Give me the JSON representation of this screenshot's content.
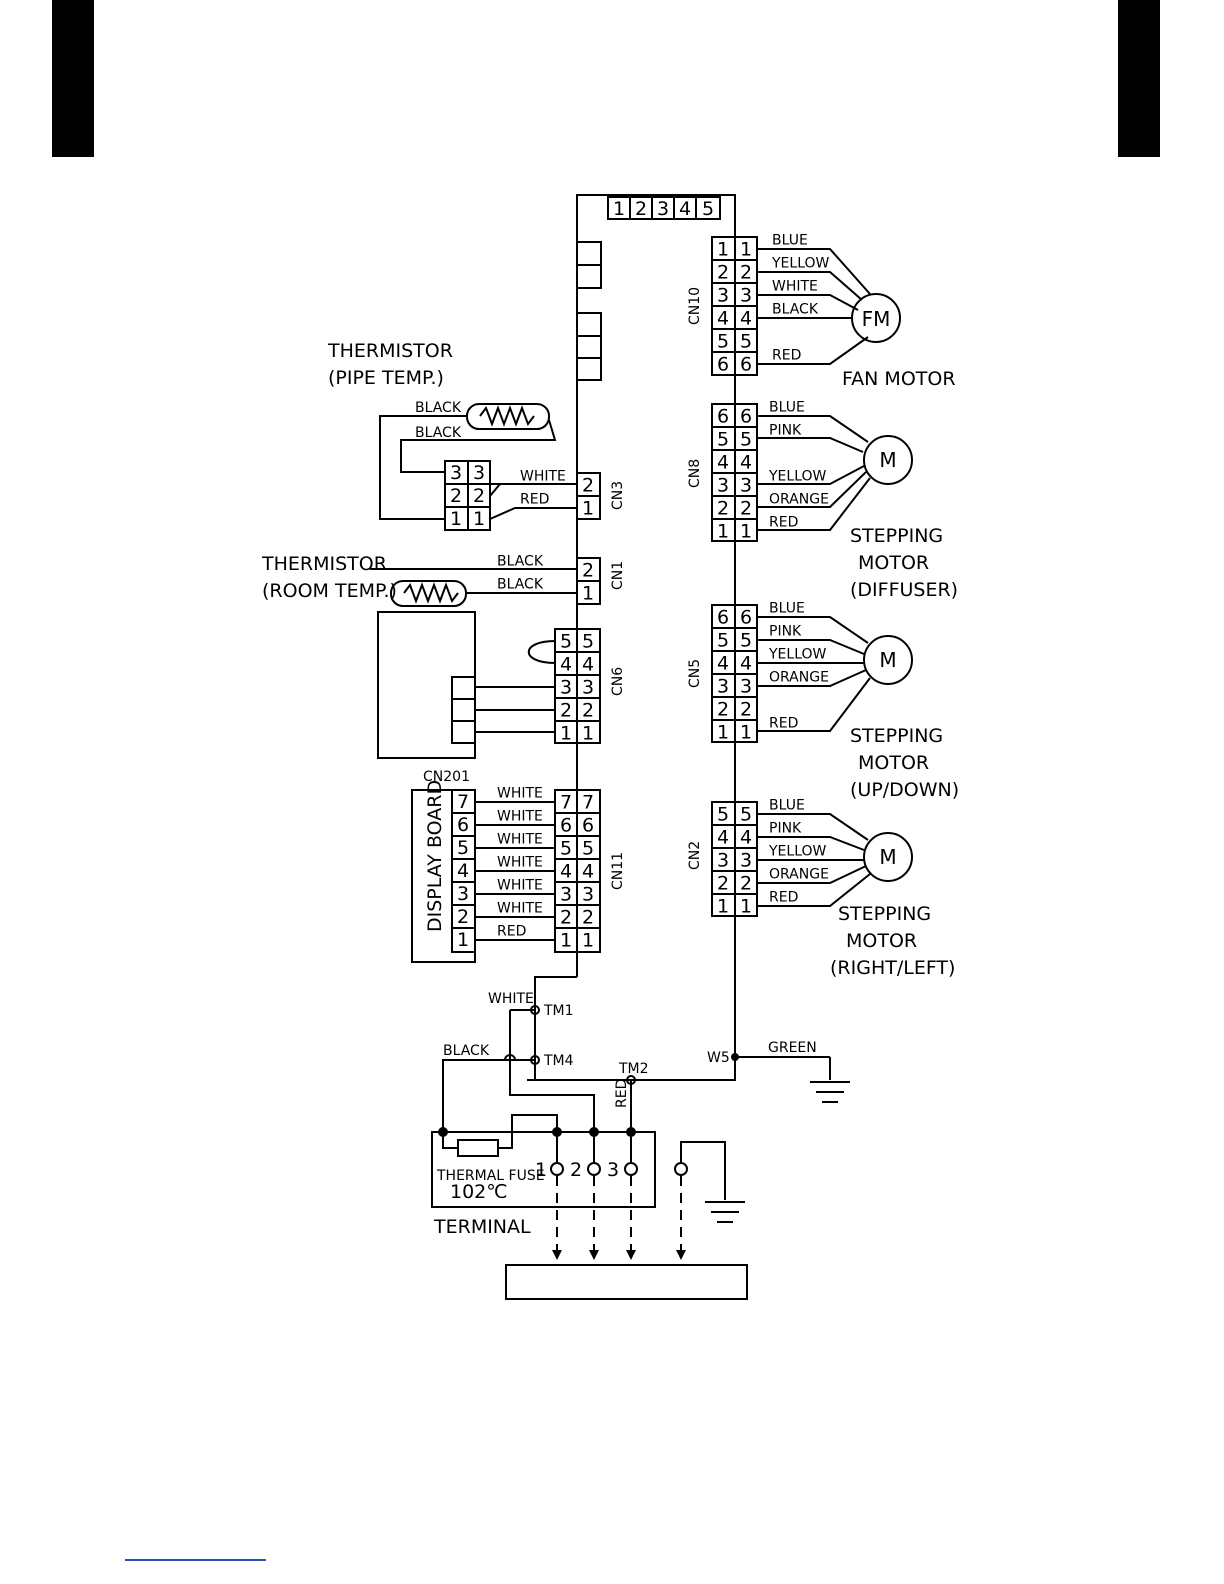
{
  "header": {
    "top_numbers": [
      "1",
      "2",
      "3",
      "4",
      "5"
    ]
  },
  "labels": {
    "thermistor_pipe": [
      "THERMISTOR",
      "(PIPE TEMP.)"
    ],
    "thermistor_room": [
      "THERMISTOR",
      "(ROOM TEMP.)"
    ],
    "fan_motor": "FAN MOTOR",
    "fan_motor_symbol": "FM",
    "stepping_diffuser": [
      "STEPPING",
      "MOTOR",
      "(DIFFUSER)"
    ],
    "stepping_updown": [
      "STEPPING",
      "MOTOR",
      "(UP/DOWN)"
    ],
    "stepping_rightleft": [
      "STEPPING",
      "MOTOR",
      "(RIGHT/LEFT)"
    ],
    "motor_symbol": "M",
    "display_board": "DISPLAY BOARD",
    "cn201": "CN201",
    "thermal_fuse": "THERMAL FUSE",
    "thermal_fuse_temp": "102℃",
    "terminal": "TERMINAL",
    "terminal_numbers": [
      "1",
      "2",
      "3"
    ],
    "tm1": "TM1",
    "tm4": "TM4",
    "tm2": "TM2",
    "w5": "W5"
  },
  "connectors": {
    "cn10": {
      "name": "CN10",
      "pins": [
        "1",
        "2",
        "3",
        "4",
        "5",
        "6"
      ],
      "wires": [
        "BLUE",
        "YELLOW",
        "WHITE",
        "BLACK",
        "",
        "RED"
      ]
    },
    "cn8": {
      "name": "CN8",
      "pins": [
        "6",
        "5",
        "4",
        "3",
        "2",
        "1"
      ],
      "wires": [
        "BLUE",
        "PINK",
        "",
        "YELLOW",
        "ORANGE",
        "RED"
      ]
    },
    "cn5": {
      "name": "CN5",
      "pins": [
        "6",
        "5",
        "4",
        "3",
        "2",
        "1"
      ],
      "wires": [
        "BLUE",
        "PINK",
        "YELLOW",
        "ORANGE",
        "",
        "RED"
      ]
    },
    "cn2": {
      "name": "CN2",
      "pins": [
        "5",
        "4",
        "3",
        "2",
        "1"
      ],
      "wires": [
        "BLUE",
        "PINK",
        "YELLOW",
        "ORANGE",
        "RED"
      ]
    },
    "cn3": {
      "name": "CN3",
      "pins": [
        "2",
        "1"
      ],
      "left_pins": [
        "3",
        "2",
        "1"
      ],
      "wires": [
        "WHITE",
        "RED"
      ],
      "thermistor_wires": [
        "BLACK",
        "BLACK"
      ]
    },
    "cn1": {
      "name": "CN1",
      "pins": [
        "2",
        "1"
      ],
      "wires": [
        "BLACK",
        "BLACK"
      ]
    },
    "cn6": {
      "name": "CN6",
      "pins": [
        "5",
        "4",
        "3",
        "2",
        "1"
      ]
    },
    "cn11": {
      "name": "CN11",
      "pins": [
        "7",
        "6",
        "5",
        "4",
        "3",
        "2",
        "1"
      ],
      "board_pins": [
        "7",
        "6",
        "5",
        "4",
        "3",
        "2",
        "1"
      ],
      "wires": [
        "WHITE",
        "WHITE",
        "WHITE",
        "WHITE",
        "WHITE",
        "WHITE",
        "RED"
      ]
    }
  },
  "ground_wires": {
    "white": "WHITE",
    "black": "BLACK",
    "red": "RED",
    "green": "GREEN"
  },
  "colors": {
    "ink": "#000000",
    "background": "#ffffff",
    "link_line": "#2a4fb5"
  }
}
